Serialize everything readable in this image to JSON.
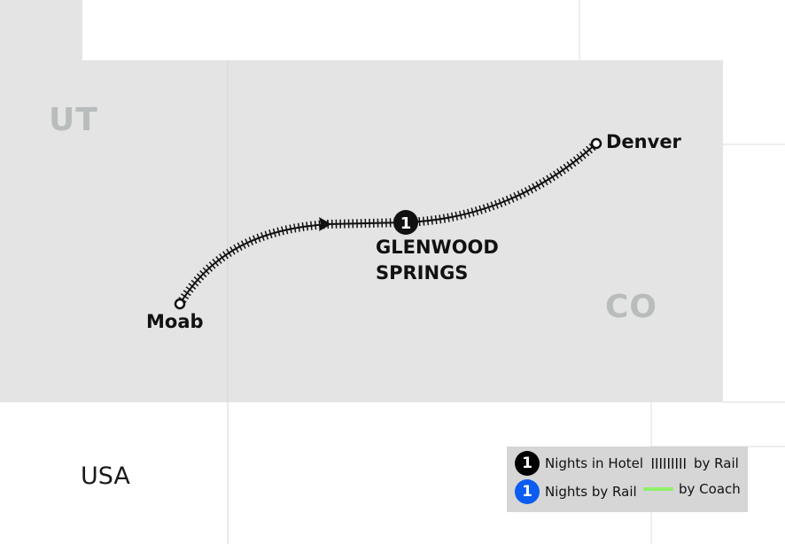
{
  "states": {
    "ut": {
      "label": "UT"
    },
    "co": {
      "label": "CO"
    }
  },
  "country": {
    "label": "USA"
  },
  "stops": [
    {
      "name": "Moab",
      "kind": "start"
    },
    {
      "name": "GLENWOOD",
      "name_line2": "SPRINGS",
      "kind": "overnight",
      "nights": "1"
    },
    {
      "name": "Denver",
      "kind": "end"
    }
  ],
  "route": {
    "mode": "rail",
    "direction": "Moab to Denver"
  },
  "legend": {
    "hotel_nights": {
      "badge": "1",
      "label": "Nights in Hotel",
      "color": "#000000"
    },
    "rail_nights": {
      "badge": "1",
      "label": "Nights by Rail",
      "color": "#0b5cf0"
    },
    "by_rail": {
      "label": "by Rail",
      "icon": "rail-track-icon"
    },
    "by_coach": {
      "label": "by Coach",
      "color": "#8ff06a",
      "icon": "coach-line-icon"
    }
  },
  "colors": {
    "highlight_region": "#e4e4e4",
    "background": "#ffffff",
    "border": "#dcdcdc",
    "state_label": "#b9bcbc"
  }
}
